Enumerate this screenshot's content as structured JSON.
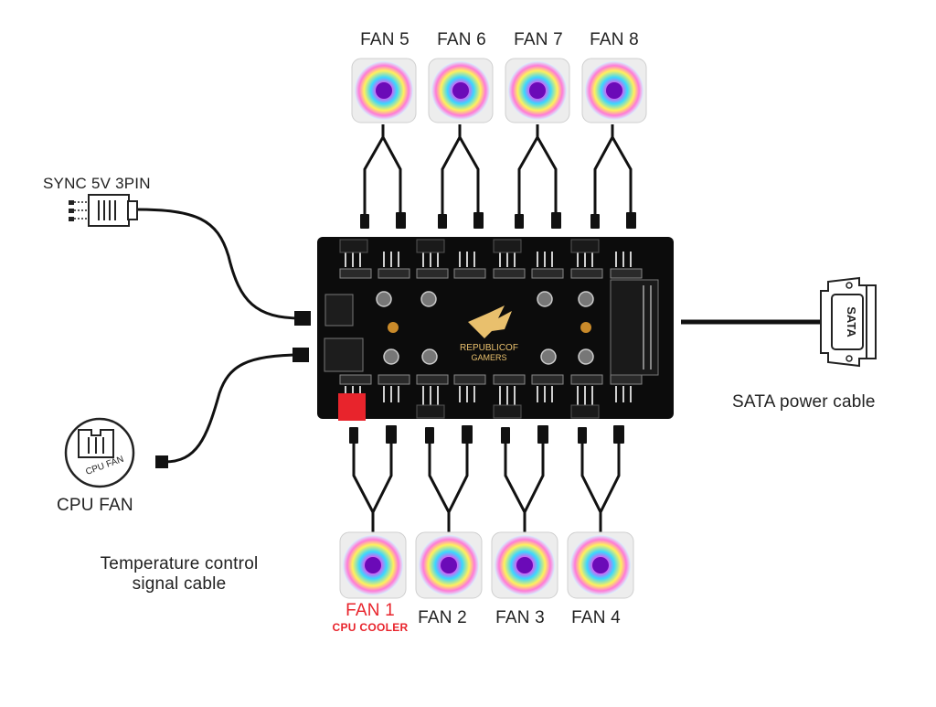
{
  "labels": {
    "fan1": "FAN 1",
    "fan1_sub": "CPU COOLER",
    "fan2": "FAN 2",
    "fan3": "FAN 3",
    "fan4": "FAN 4",
    "fan5": "FAN 5",
    "fan6": "FAN 6",
    "fan7": "FAN 7",
    "fan8": "FAN 8",
    "sync": "SYNC 5V 3PIN",
    "cpu_fan": "CPU FAN",
    "cpu_fan_connector": "CPU FAN",
    "temp_line1": "Temperature control",
    "temp_line2": "signal cable",
    "sata": "SATA power cable",
    "sata_plug": "SATA",
    "hub_logo_line1": "REPUBLICOF",
    "hub_logo_line2": "GAMERS"
  },
  "colors": {
    "hub": "#0c0c0c",
    "cable": "#111111",
    "label": "#222222",
    "accent_red": "#e8242c"
  }
}
